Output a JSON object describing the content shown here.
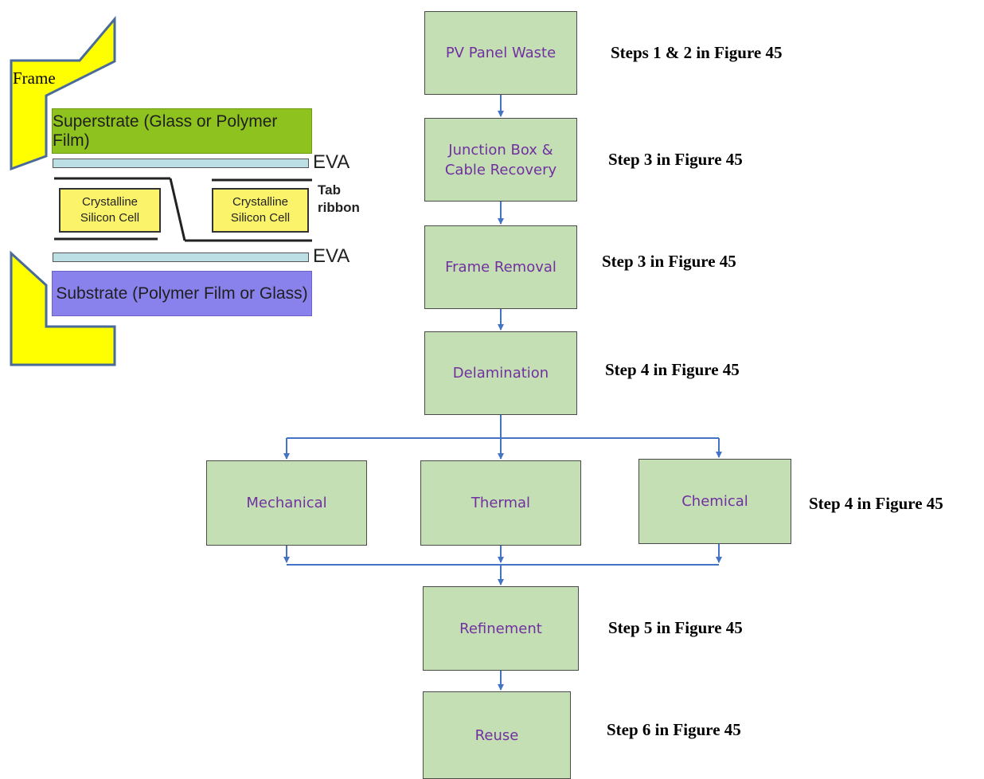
{
  "panel_diagram": {
    "frame_label": "Frame",
    "superstrate": "Superstrate (Glass or Polymer Film)",
    "eva_top": "EVA",
    "tab_label_line1": "Tab",
    "tab_label_line2": "ribbon",
    "cell_left": {
      "line1": "Crystalline",
      "line2": "Silicon Cell"
    },
    "cell_right": {
      "line1": "Crystalline",
      "line2": "Silicon Cell"
    },
    "eva_bottom": "EVA",
    "substrate": "Substrate (Polymer Film or Glass)",
    "colors": {
      "frame": "#ffff00",
      "frame_border": "#4a6a9a",
      "superstrate": "#8ec21f",
      "substrate": "#8a82ec",
      "eva": "#bcdfe6",
      "cell": "#fbf46b"
    }
  },
  "flowchart": {
    "nodes": {
      "pv_panel_waste": "PV Panel Waste",
      "junction_box": {
        "line1": "Junction Box &",
        "line2": "Cable Recovery"
      },
      "frame_removal": "Frame Removal",
      "delamination": "Delamination",
      "mechanical": "Mechanical",
      "thermal": "Thermal",
      "chemical": "Chemical",
      "refinement": "Refinement",
      "reuse": "Reuse"
    },
    "step_labels": {
      "pv_panel_waste": "Steps 1 & 2 in Figure 45",
      "junction_box": "Step 3 in Figure 45",
      "frame_removal": "Step 3 in Figure 45",
      "delamination": "Step 4 in Figure 45",
      "separation": "Step 4 in Figure 45",
      "refinement": "Step 5 in Figure 45",
      "reuse": "Step 6 in Figure 45"
    },
    "colors": {
      "node_fill": "#c5dfb4",
      "node_text": "#7030a0",
      "connector": "#4472c4"
    }
  }
}
